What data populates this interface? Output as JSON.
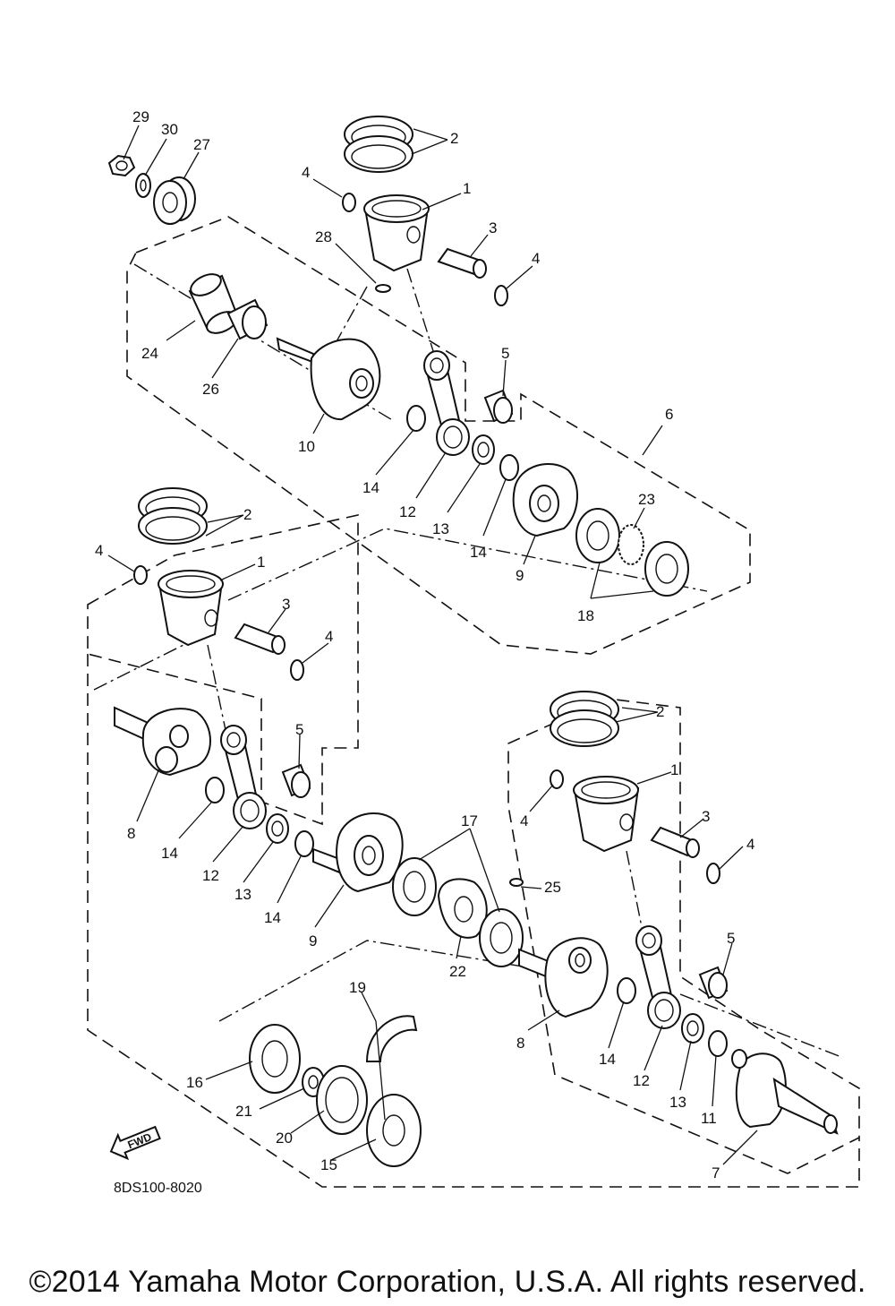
{
  "diagram": {
    "labels": [
      "1",
      "2",
      "3",
      "4",
      "5",
      "6",
      "7",
      "8",
      "9",
      "10",
      "11",
      "12",
      "13",
      "14",
      "15",
      "16",
      "17",
      "18",
      "19",
      "20",
      "21",
      "22",
      "23",
      "24",
      "25",
      "26",
      "27",
      "28",
      "29",
      "30"
    ],
    "fwd_label": "FWD",
    "part_code": "8DS100-8020"
  },
  "footer": {
    "copyright": "©2014 Yamaha Motor Corporation, U.S.A. All rights reserved."
  }
}
